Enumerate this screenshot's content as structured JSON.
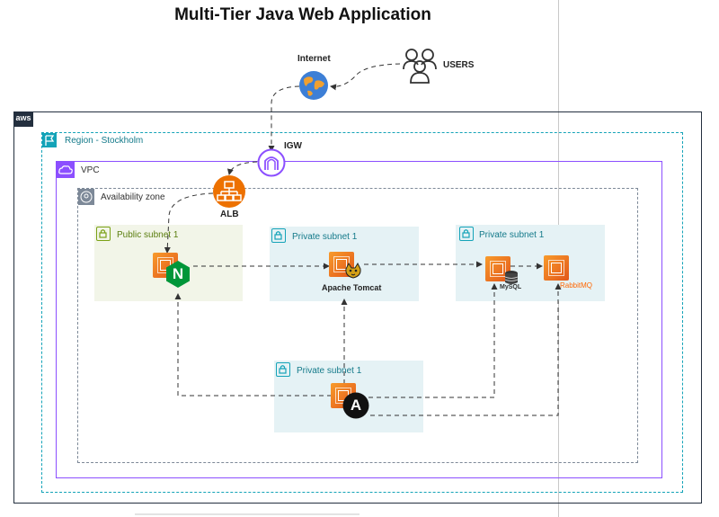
{
  "title": "Multi-Tier Java Web Application",
  "internet": {
    "label": "Internet"
  },
  "users": {
    "label": "USERS"
  },
  "aws": {
    "logo_text": "aws"
  },
  "region": {
    "label": "Region - Stockholm"
  },
  "igw": {
    "label": "IGW"
  },
  "vpc": {
    "label": "VPC"
  },
  "alb": {
    "label": "ALB"
  },
  "az": {
    "label": "Availability zone"
  },
  "subnets": {
    "public": {
      "label": "Public subnet 1"
    },
    "private_app": {
      "label": "Private subnet 1"
    },
    "private_data": {
      "label": "Private subnet 1"
    },
    "private_mgmt": {
      "label": "Private subnet 1"
    }
  },
  "services": {
    "tomcat": {
      "label": "Apache Tomcat"
    },
    "mysql": {
      "label": "MySQL"
    },
    "rabbitmq": {
      "label": "RabbitMQ"
    },
    "nginx": {
      "letter": "N"
    },
    "ansible": {
      "letter": "A"
    }
  },
  "colors": {
    "public_subnet": "#7aa116",
    "private_subnet": "#14a3b8",
    "vpc": "#8c4fff",
    "region": "#14a3b8",
    "ec2": "#ed7100",
    "alb": "#ed7100",
    "igw": "#8c4fff",
    "nginx": "#009639",
    "ansible": "#111111",
    "rabbitmq": "#ff6600"
  }
}
